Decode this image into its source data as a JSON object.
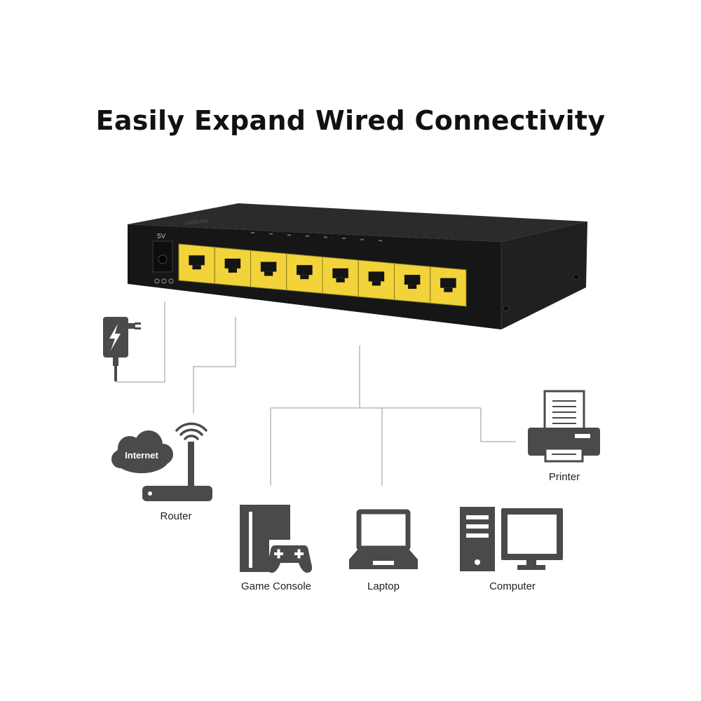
{
  "title": "Easily Expand Wired Connectivity",
  "switch": {
    "brand": "LOGILINK",
    "power_label": "5V",
    "port_count": 8,
    "body_color": "#1b1b1b",
    "port_color": "#f2d43a"
  },
  "devices": [
    {
      "id": "power",
      "icon": "power-adapter-icon",
      "label": ""
    },
    {
      "id": "router",
      "icon": "router-icon",
      "label": "Router",
      "cloud_text": "Internet"
    },
    {
      "id": "printer",
      "icon": "printer-icon",
      "label": "Printer"
    },
    {
      "id": "game_console",
      "icon": "game-console-icon",
      "label": "Game Console"
    },
    {
      "id": "laptop",
      "icon": "laptop-icon",
      "label": "Laptop"
    },
    {
      "id": "computer",
      "icon": "computer-icon",
      "label": "Computer"
    }
  ],
  "colors": {
    "icon": "#4a4a4a",
    "line": "#b9b9b9",
    "text": "#222222"
  }
}
